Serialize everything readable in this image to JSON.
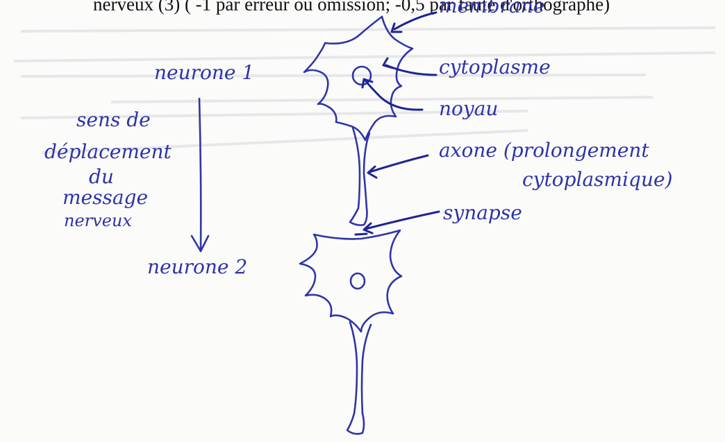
{
  "header": {
    "text": "nerveux (3) ( -1 par erreur ou omission; -0,5 par faute d'orthographe)"
  },
  "labels": {
    "membrane": "membrane",
    "cytoplasme": "cytoplasme",
    "noyau": "noyau",
    "axone_1": "axone (prolongement",
    "axone_2": "cytoplasmique)",
    "synapse": "synapse",
    "neurone_1": "neurone 1",
    "neurone_2": "neurone 2",
    "sens_1": "sens de",
    "sens_2": "déplacement",
    "sens_3": "du",
    "sens_4": "message",
    "sens_5": "nerveux"
  },
  "colors": {
    "ink": "#2f35a6",
    "ink_dark": "#1f2590",
    "paper": "#fbfbfa",
    "print": "#111111"
  }
}
